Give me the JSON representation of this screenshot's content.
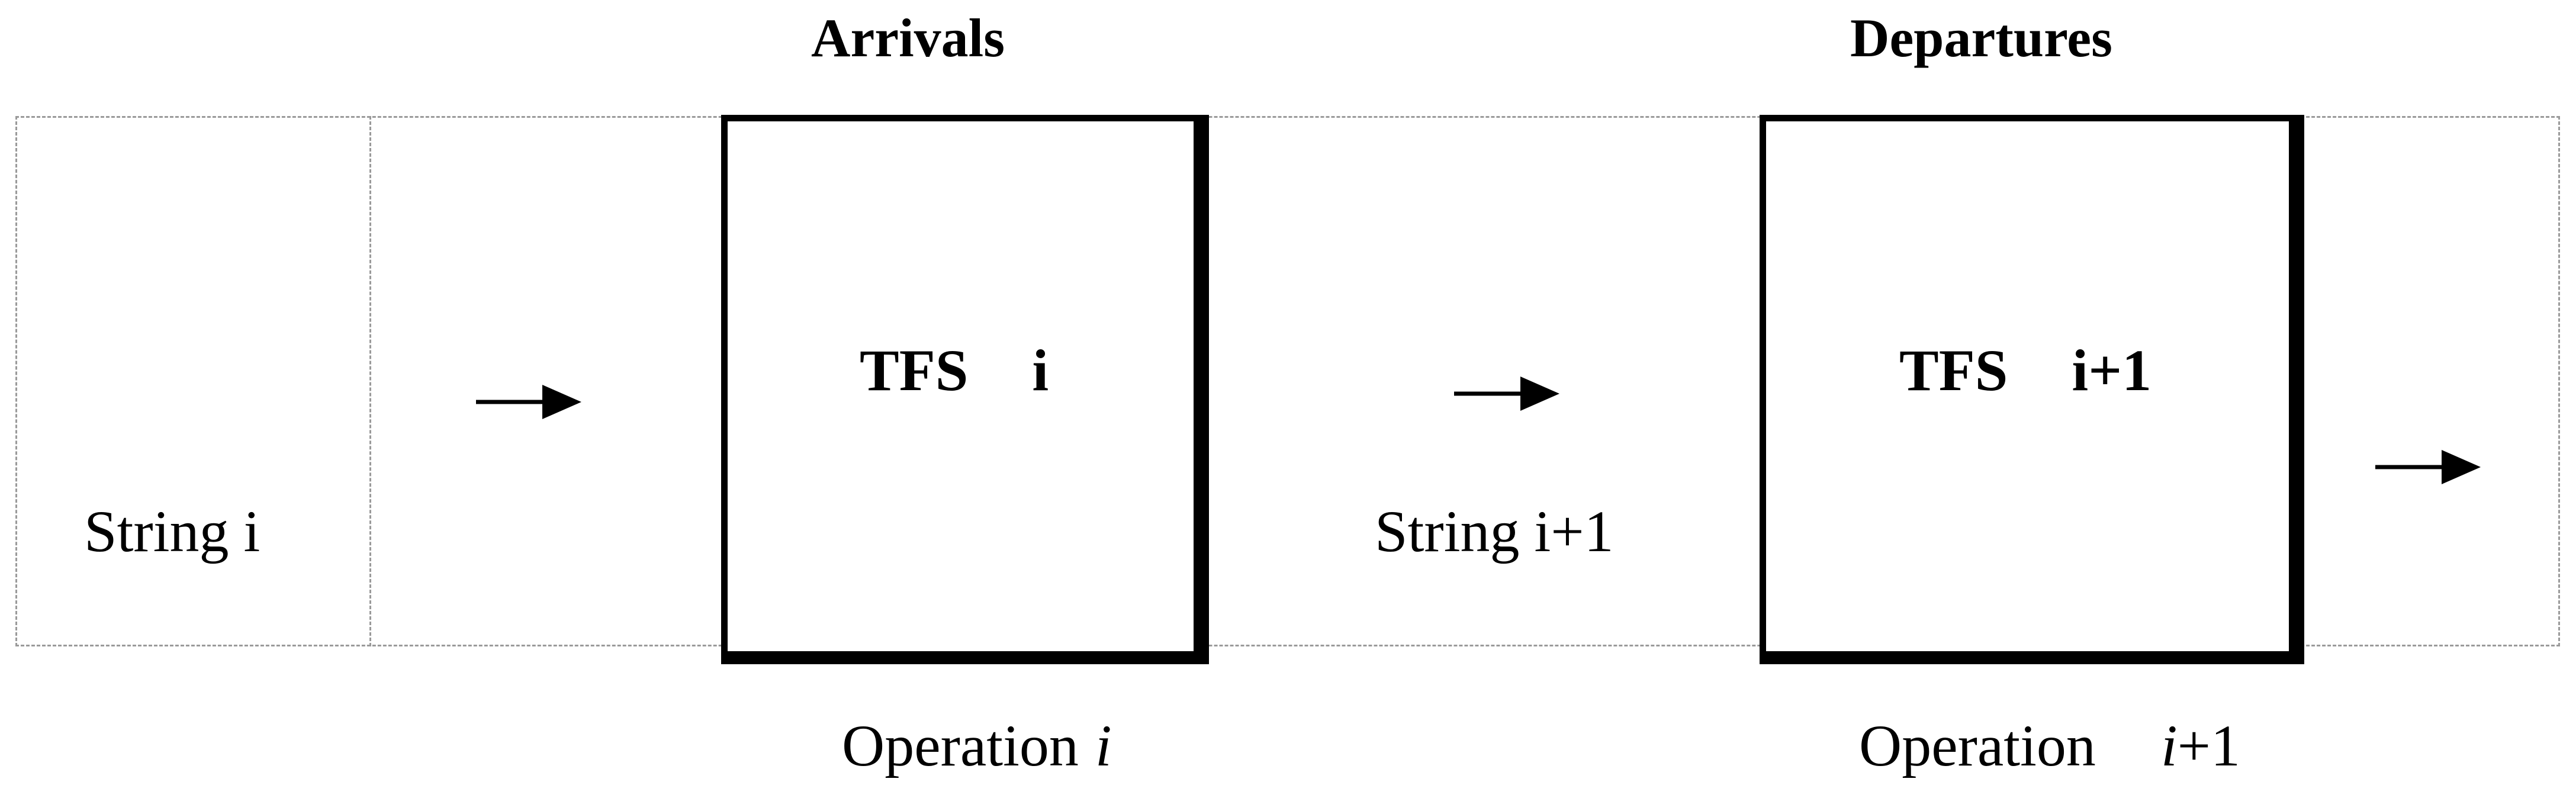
{
  "headers": {
    "arrivals": "Arrivals",
    "departures": "Departures"
  },
  "operations": [
    {
      "tfs_label": "TFS",
      "tfs_index": "i",
      "op_label": "Operation",
      "op_index": "i",
      "op_suffix": ""
    },
    {
      "tfs_label": "TFS",
      "tfs_index": "i+1",
      "op_label": "Operation",
      "op_index": "i",
      "op_suffix": "+1"
    }
  ],
  "strings": [
    {
      "label": "String i"
    },
    {
      "label": "String i+1"
    }
  ],
  "arrows": [
    {
      "direction": "right"
    },
    {
      "direction": "right"
    },
    {
      "direction": "right"
    }
  ],
  "colors": {
    "box_stroke": "#000000",
    "dashed_stroke": "#9a9a9a",
    "background": "#ffffff"
  }
}
